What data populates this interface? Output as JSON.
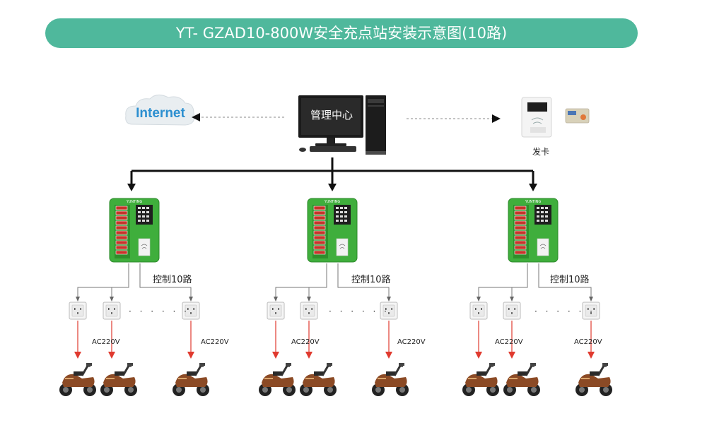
{
  "title": "YT- GZAD10-800W安全充点站安装示意图(10路)",
  "internet_label": "Internet",
  "management_center_label": "管理中心",
  "card_issuer_label": "发卡",
  "stations": [
    {
      "control_label": "控制10路",
      "voltage_label_left": "AC220V",
      "voltage_label_right": "AC220V",
      "ellipsis": "· · · · · ·"
    },
    {
      "control_label": "控制10路",
      "voltage_label_left": "AC220V",
      "voltage_label_right": "AC220V",
      "ellipsis": "· · · · · ·"
    },
    {
      "control_label": "控制10路",
      "voltage_label_left": "AC220V",
      "voltage_label_right": "AC220V",
      "ellipsis": "· · · · · ·"
    }
  ],
  "colors": {
    "title_bg": "#4fb89c",
    "station_green": "#3fae3c",
    "arrow_red": "#e03a2f",
    "internet_blue": "#2c8fd0"
  }
}
